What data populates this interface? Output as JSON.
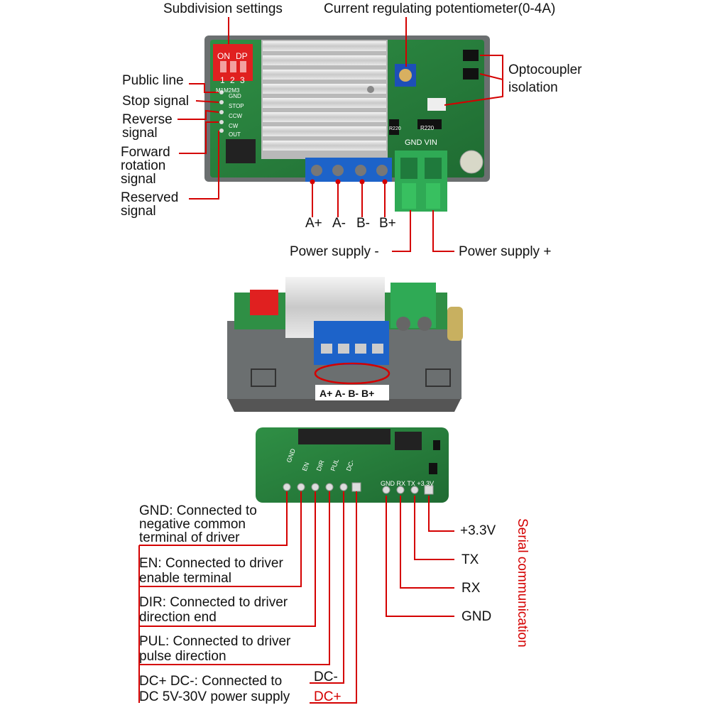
{
  "top_labels": {
    "subdivision": "Subdivision settings",
    "current_pot": "Current regulating potentiometer(0-4A)",
    "public_line": "Public line",
    "stop_signal": "Stop signal",
    "reverse_1": "Reverse",
    "reverse_2": "signal",
    "forward_1": "Forward",
    "forward_2": "rotation",
    "forward_3": "signal",
    "reserved_1": "Reserved",
    "reserved_2": "signal",
    "opto_1": "Optocoupler",
    "opto_2": "isolation",
    "a_plus": "A+",
    "a_minus": "A-",
    "b_minus": "B-",
    "b_plus": "B+",
    "ps_minus": "Power supply -",
    "ps_plus": "Power supply +"
  },
  "board_silk": {
    "on": "ON",
    "dp": "DP",
    "n1": "1",
    "n2": "2",
    "n3": "3",
    "m": "M1M2M3",
    "gnd": "GND",
    "stop": "STOP",
    "ccw": "CCW",
    "cw": "CW",
    "out": "OUT",
    "gnd_vin": "GND VIN",
    "r220a": "R220",
    "r220b": "R220"
  },
  "middle": {
    "terminal_label": "A+ A- B- B+"
  },
  "bottom_silk": {
    "gnd": "GND",
    "en": "EN",
    "dir": "DIR",
    "pul": "PUL",
    "dc": "DC-",
    "serial": "GND RX TX +3.3V"
  },
  "bottom_labels": {
    "gnd_1": "GND: Connected to",
    "gnd_2": "negative common",
    "gnd_3": "terminal of driver",
    "en_1": "EN: Connected to driver",
    "en_2": "enable terminal",
    "dir_1": "DIR: Connected to driver",
    "dir_2": "direction end",
    "pul_1": "PUL: Connected to driver",
    "pul_2": "pulse direction",
    "dc_1": "DC+ DC-: Connected to",
    "dc_2": "DC 5V-30V power supply",
    "dc_minus": "DC-",
    "dc_plus": "DC+",
    "v33": "+3.3V",
    "tx": "TX",
    "rx": "RX",
    "gnd_serial": "GND",
    "serial_comm": "Serial communication"
  }
}
